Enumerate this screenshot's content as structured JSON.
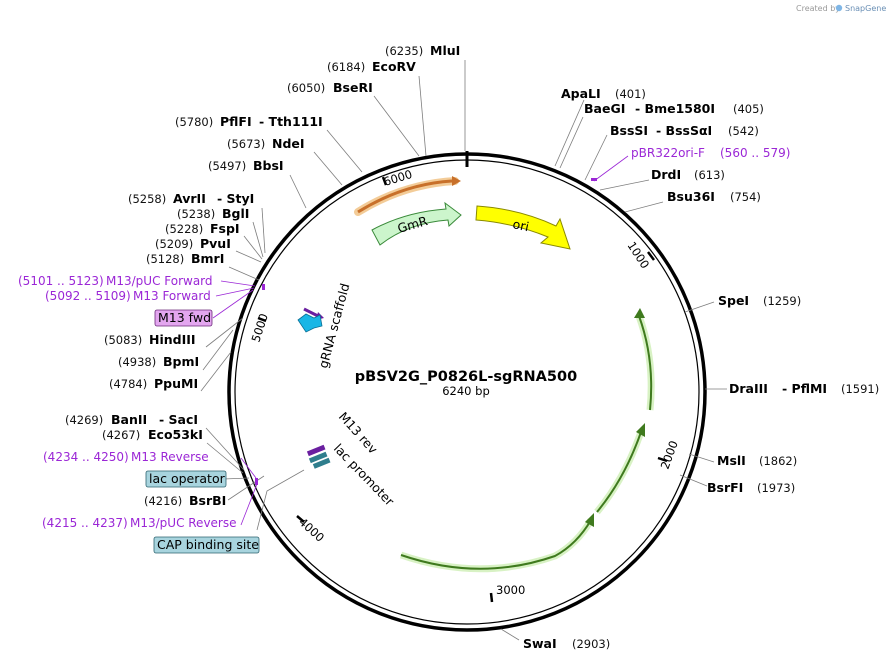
{
  "credit": {
    "prefix": "Created by",
    "brand": "SnapGene"
  },
  "plasmid": {
    "name": "pBSV2G_P0826L-sgRNA500",
    "length": "6240 bp"
  },
  "ticks": [
    "1000",
    "2000",
    "3000",
    "4000",
    "5000",
    "6000"
  ],
  "sites": [
    {
      "enzyme": "MluI",
      "pos": "(6235)"
    },
    {
      "enzyme": "EcoRV",
      "pos": "(6184)"
    },
    {
      "enzyme": "BseRI",
      "pos": "(6050)"
    },
    {
      "enzyme": "PflFI",
      "enzyme2": "- Tth111I",
      "pos": "(5780)"
    },
    {
      "enzyme": "NdeI",
      "pos": "(5673)"
    },
    {
      "enzyme": "BbsI",
      "pos": "(5497)"
    },
    {
      "enzyme": "AvrII",
      "enzyme2": "- StyI",
      "pos": "(5258)"
    },
    {
      "enzyme": "BglI",
      "pos": "(5238)"
    },
    {
      "enzyme": "FspI",
      "pos": "(5228)"
    },
    {
      "enzyme": "PvuI",
      "pos": "(5209)"
    },
    {
      "enzyme": "BmrI",
      "pos": "(5128)"
    },
    {
      "enzyme": "HindIII",
      "pos": "(5083)"
    },
    {
      "enzyme": "BpmI",
      "pos": "(4938)"
    },
    {
      "enzyme": "PpuMI",
      "pos": "(4784)"
    },
    {
      "enzyme": "BanII",
      "enzyme2": "- SacI",
      "pos": "(4269)"
    },
    {
      "enzyme": "Eco53kI",
      "pos": "(4267)"
    },
    {
      "enzyme": "BsrBI",
      "pos": "(4216)"
    },
    {
      "enzyme": "ApaLI",
      "pos": "(401)"
    },
    {
      "enzyme": "BaeGI",
      "enzyme2": "- Bme1580I",
      "pos": "(405)"
    },
    {
      "enzyme": "BssSI",
      "enzyme2": "- BssSαI",
      "pos": "(542)"
    },
    {
      "enzyme": "DrdI",
      "pos": "(613)"
    },
    {
      "enzyme": "Bsu36I",
      "pos": "(754)"
    },
    {
      "enzyme": "SpeI",
      "pos": "(1259)"
    },
    {
      "enzyme": "DraIII",
      "enzyme2": "- PflMI",
      "pos": "(1591)"
    },
    {
      "enzyme": "MslI",
      "pos": "(1862)"
    },
    {
      "enzyme": "BsrFI",
      "pos": "(1973)"
    },
    {
      "enzyme": "SwaI",
      "pos": "(2903)"
    }
  ],
  "primers": [
    {
      "name": "M13/pUC Forward",
      "range": "(5101 .. 5123)"
    },
    {
      "name": "M13 Forward",
      "range": "(5092 .. 5109)"
    },
    {
      "name": "M13 Reverse",
      "range": "(4234 .. 4250)"
    },
    {
      "name": "M13/pUC Reverse",
      "range": "(4215 .. 4237)"
    },
    {
      "name": "pBR322ori-F",
      "range": "(560 .. 579)"
    }
  ],
  "boxes": {
    "m13fwd": "M13 fwd",
    "lac_operator": "lac operator",
    "cap_site": "CAP binding site"
  },
  "features": {
    "gmr": "GmR",
    "ori": "ori",
    "grna": "gRNA scaffold",
    "m13rev": "M13 rev",
    "lacprom": "lac promoter"
  },
  "colors": {
    "gmr": "#ccf5cc",
    "ori": "#ffff00",
    "primer": "#9b27d6",
    "box_purple": "#e3a6ef",
    "box_blue": "#a8d4de",
    "cds_green": "#3f7a1e"
  }
}
